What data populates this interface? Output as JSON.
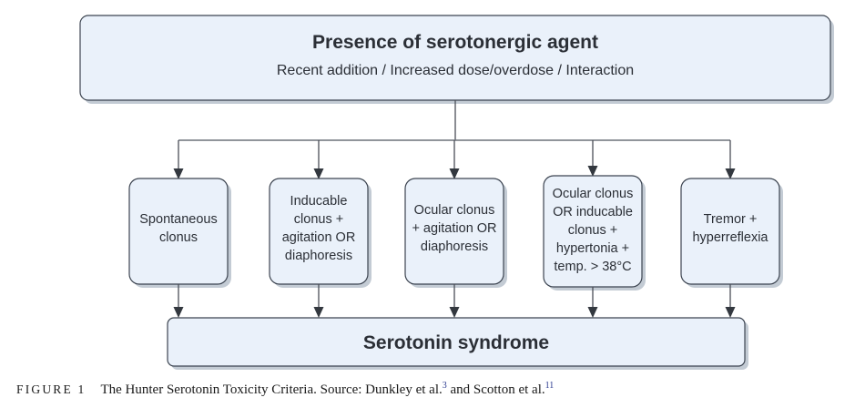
{
  "figure": {
    "caption_label": "FIGURE 1",
    "caption_text_part1": "The Hunter Serotonin Toxicity Criteria. Source: Dunkley et al.",
    "caption_citation1": "3",
    "caption_text_part2": " and Scotton et al.",
    "caption_citation2": "11"
  },
  "colors": {
    "node_fill": "#eaf1fa",
    "node_border": "#3c4450",
    "connector": "#4a4f57",
    "citation": "#2b3a8f",
    "text": "#2b2f36",
    "background": "#ffffff"
  },
  "top_node": {
    "title": "Presence of serotonergic agent",
    "subtitle": "Recent addition / Increased dose/overdose / Interaction"
  },
  "criteria": [
    {
      "id": "spontaneous-clonus",
      "lines": [
        "Spontaneous",
        "clonus"
      ]
    },
    {
      "id": "inducable-clonus-agitation-diaphoresis",
      "lines": [
        "Inducable",
        "clonus +",
        "agitation OR",
        "diaphoresis"
      ]
    },
    {
      "id": "ocular-clonus-agitation-diaphoresis",
      "lines": [
        "Ocular clonus",
        "+ agitation OR",
        "diaphoresis"
      ]
    },
    {
      "id": "ocular-or-inducable-clonus-hypertonia-temp",
      "lines": [
        "Ocular clonus",
        "OR inducable",
        "clonus +",
        "hypertonia +",
        "temp. > 38°C"
      ]
    },
    {
      "id": "tremor-hyperreflexia",
      "lines": [
        "Tremor +",
        "hyperreflexia"
      ]
    }
  ],
  "outcome_node": {
    "title": "Serotonin syndrome"
  }
}
